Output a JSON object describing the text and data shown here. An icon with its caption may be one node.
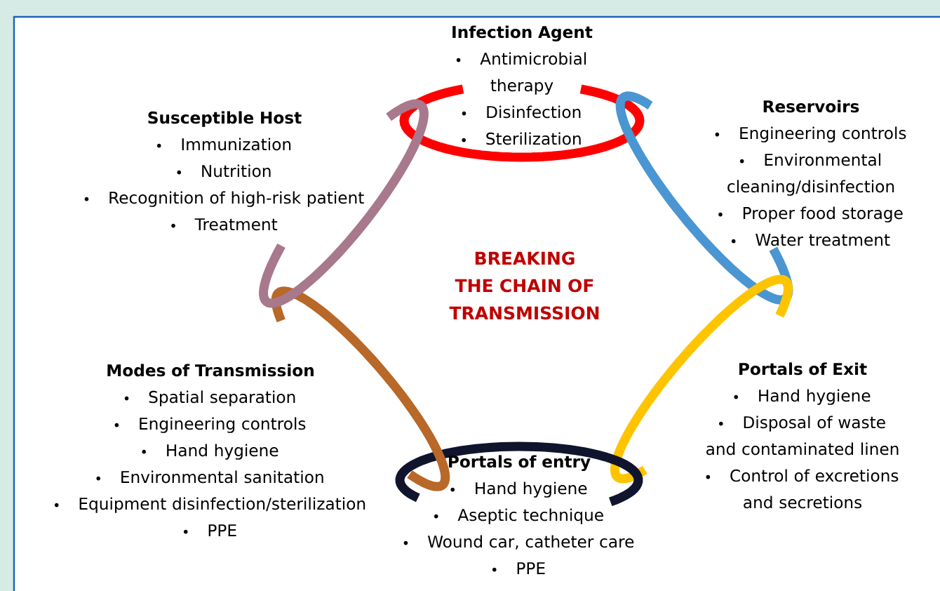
{
  "diagram": {
    "nodes": [
      {
        "text": [
          "Infection Agent",
          "Antimicrobial therapy",
          "Disinfection",
          "Sterilization"
        ]
      },
      {
        "text": [
          "Susceptible Host",
          "Immunization",
          "Nutrition",
          "Recognition of high-risk patient",
          "Treatment"
        ]
      },
      {
        "text": [
          "Reservoirs",
          "Engineering controls",
          "Environmental cleaning/disinfection",
          "Proper food storage",
          "Water treatment"
        ]
      },
      {
        "text": [
          "Modes of Transmission",
          "Spatial separation",
          "Engineering controls",
          "Hand hygiene",
          "Environmental sanitation",
          "Equipment disinfection/sterilization",
          "PPE"
        ]
      },
      {
        "text": [
          "Portals of Exit",
          "Hand hygiene",
          "Disposal of waste and contaminated linen",
          "Control of excretions and secretions"
        ]
      },
      {
        "text": [
          "Portals of entry",
          "Hand hygiene",
          "Aseptic technique",
          "Wound car, catheter care",
          "PPE"
        ]
      }
    ],
    "labels": [
      "BREAKING THE CHAIN OF TRANSMISSION"
    ]
  }
}
